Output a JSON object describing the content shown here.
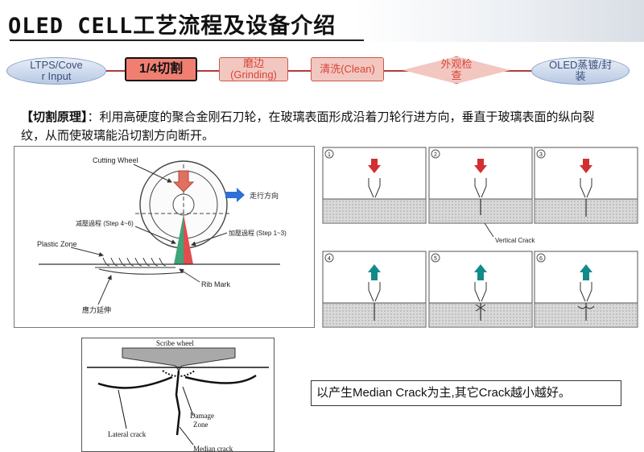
{
  "header": {
    "title": "OLED CELL工艺流程及设备介绍"
  },
  "process_flow": {
    "steps": [
      {
        "line1": "LTPS/Cove",
        "line2": "r Input"
      },
      {
        "line1": "1/4切割",
        "line2": ""
      },
      {
        "line1": "磨边",
        "line2": "(Grinding)"
      },
      {
        "line1": "清洗(Clean)",
        "line2": ""
      },
      {
        "line1": "外观检",
        "line2": "查"
      },
      {
        "line1": "OLED蒸镀/封",
        "line2": "装"
      }
    ]
  },
  "principle": {
    "label": "【切割原理】",
    "colon": "：",
    "text": "利用高硬度的聚合金刚石刀轮，在玻璃表面形成沿着刀轮行进方向，垂直于玻璃表面的纵向裂纹，从而使玻璃能沿切割方向断开。"
  },
  "wheel_diagram": {
    "cutting_wheel": "Cutting Wheel",
    "direction": "走行方向",
    "decompression": "减壓過程 (Step 4~6)",
    "pressurization": "加壓過程 (Step 1~3)",
    "plastic_zone": "Plastic Zone",
    "rib_mark": "Rib Mark",
    "stress_extension": "應力延伸"
  },
  "step_diagram": {
    "panels": [
      "1",
      "2",
      "3",
      "4",
      "5",
      "6"
    ],
    "vertical_crack": "Vertical Crack",
    "down_color": "#d32f2f",
    "up_color": "#138a8a"
  },
  "crack_diagram": {
    "scribe_wheel": "Scribe wheel",
    "damage_line1": "Damage",
    "damage_line2": "Zone",
    "lateral": "Lateral crack",
    "median": "Median crack"
  },
  "note": {
    "text": "以产生Median Crack为主,其它Crack越小越好。"
  }
}
